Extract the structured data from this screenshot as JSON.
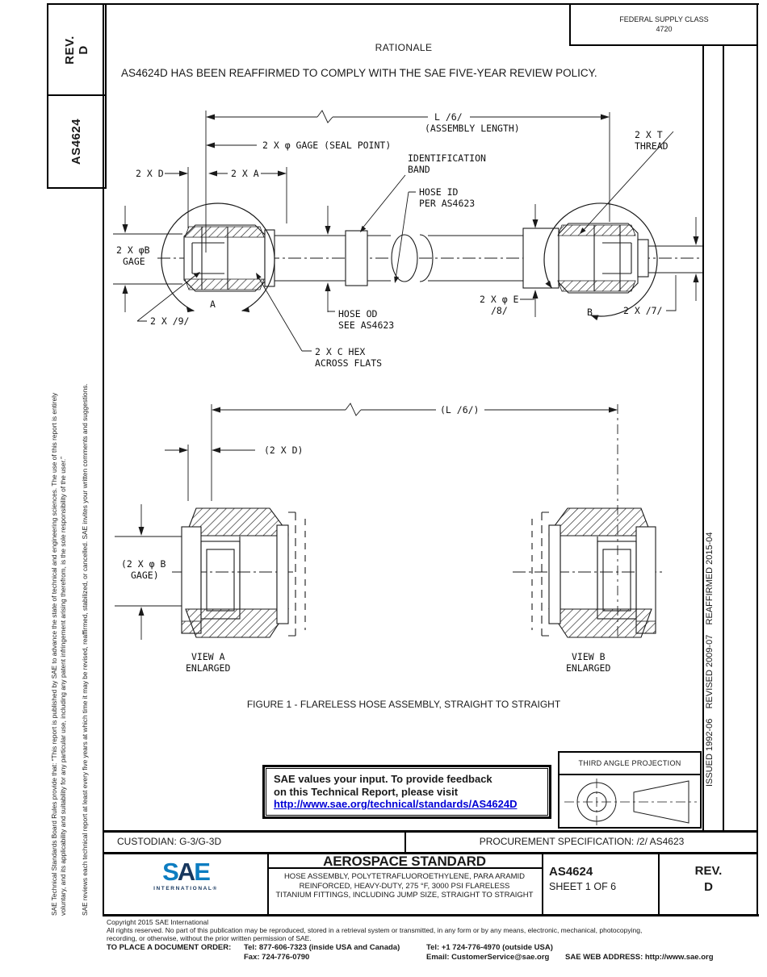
{
  "colors": {
    "ink": "#1a1a1a",
    "link_blue": "#0000d6",
    "logo_blue": "#0d7dc1",
    "logo_navy": "#17375e"
  },
  "left_margin": {
    "rev_label": "REV.",
    "rev_value": "D",
    "doc_number": "AS4624",
    "disclaimer_line1": "SAE Technical Standards Board Rules provide that: “This report is published by SAE to advance the state of technical and engineering sciences. The use of this report is entirely",
    "disclaimer_line2": "voluntary, and its applicability and suitability for any particular use, including any patent infringement arising therefrom, is the sole responsibility of the user.”",
    "review_note": "SAE reviews each technical report at least every five years at which time it may be revised, reaffirmed, stabilized, or cancelled. SAE invites your written comments and suggestions."
  },
  "header": {
    "federal_supply_class_label": "FEDERAL SUPPLY CLASS",
    "federal_supply_class_value": "4720",
    "rationale_title": "RATIONALE",
    "rationale_body": "AS4624D HAS BEEN REAFFIRMED TO COMPLY WITH THE SAE FIVE-YEAR REVIEW POLICY."
  },
  "right_margin": {
    "status_line": "ISSUED 1992-06    REVISED 2009-07    REAFFIRMED 2015-04"
  },
  "figure": {
    "caption": "FIGURE 1 - FLARELESS HOSE ASSEMBLY, STRAIGHT TO STRAIGHT",
    "labels": {
      "al1": "L /6/",
      "al2": "(ASSEMBLY LENGTH)",
      "seal": "2 X φ GAGE (SEAL POINT)",
      "d": "2 X D",
      "a": "2 X A",
      "ident": "IDENTIFICATION",
      "band": "BAND",
      "hoseid1": "HOSE ID",
      "hoseid2": "PER AS4623",
      "t1": "2 X T",
      "t2": "THREAD",
      "phib1": "2 X φB",
      "phib2": "GAGE",
      "mark_a": "A",
      "r9": "2 X /9/",
      "od1": "HOSE OD",
      "od2": "SEE AS4623",
      "hex1": "2 X C HEX",
      "hex2": "ACROSS FLATS",
      "e1": "2 X φ E",
      "e2": "/8/",
      "mark_b": "B",
      "r7": "2 X /7/",
      "al_ref": "(L /6/)",
      "d_ref": "(2 X D)",
      "phib_ref1": "(2 X φ B",
      "phib_ref2": "GAGE)",
      "va1": "VIEW A",
      "vb1": "VIEW B",
      "enl": "ENLARGED"
    }
  },
  "feedback": {
    "line1": "SAE values your input. To provide feedback",
    "line2": "on this Technical Report, please visit",
    "link": "http://www.sae.org/technical/standards/AS4624D"
  },
  "projection": {
    "title": "THIRD ANGLE PROJECTION"
  },
  "custodian_row": {
    "custodian": "CUSTODIAN: G-3/G-3D",
    "procurement": "PROCUREMENT SPECIFICATION: /2/ AS4623"
  },
  "title_block": {
    "logo_s": "S",
    "logo_a": "A",
    "logo_e": "E",
    "logo_sub": "INTERNATIONAL®",
    "heading": "AEROSPACE STANDARD",
    "desc_line1": "HOSE ASSEMBLY, POLYTETRAFLUOROETHYLENE, PARA ARAMID",
    "desc_line2": "REINFORCED, HEAVY-DUTY, 275 °F, 3000 PSI FLARELESS",
    "desc_line3": "TITANIUM FITTINGS, INCLUDING JUMP SIZE, STRAIGHT TO STRAIGHT",
    "doc_number": "AS4624",
    "sheet": "SHEET 1 OF 6",
    "rev_label": "REV.",
    "rev_value": "D"
  },
  "footer": {
    "copyright": "Copyright 2015 SAE International",
    "rights1": "All rights reserved. No part of this publication may be reproduced, stored in a retrieval system or transmitted, in any form or by any means, electronic, mechanical, photocopying,",
    "rights2": "recording, or otherwise, without the prior written permission of SAE.",
    "order_label": "TO PLACE A DOCUMENT ORDER:",
    "tel_inside": "Tel: 877-606-7323 (inside USA and Canada)",
    "tel_outside": "Tel: +1 724-776-4970 (outside USA)",
    "fax": "Fax: 724-776-0790",
    "email": "Email: CustomerService@sae.org",
    "web": "SAE WEB ADDRESS: http://www.sae.org"
  }
}
